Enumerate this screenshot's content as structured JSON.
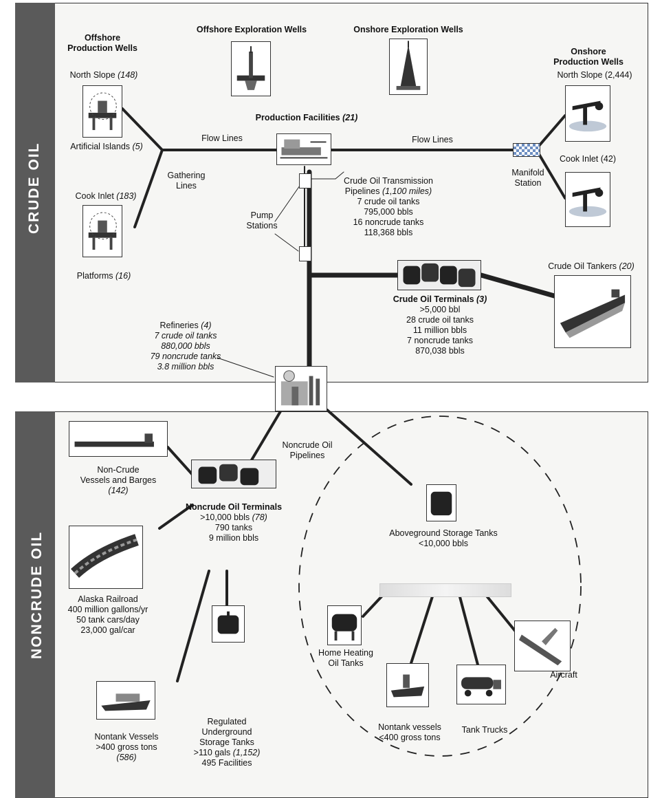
{
  "sections": {
    "crude": "CRUDE OIL",
    "noncrude": "NONCRUDE OIL"
  },
  "crude": {
    "offshore_header": [
      "Offshore",
      "Production Wells"
    ],
    "offshore_exploration": "Offshore Exploration Wells",
    "onshore_exploration": "Onshore Exploration Wells",
    "onshore_header": [
      "Onshore",
      "Production Wells"
    ],
    "north_slope_off": {
      "name": "North Slope ",
      "count": "(148)"
    },
    "artificial_islands": {
      "name": "Artificial Islands ",
      "count": "(5)"
    },
    "gathering_lines": [
      "Gathering",
      "Lines"
    ],
    "cook_inlet_off": {
      "name": "Cook Inlet ",
      "count": "(183)"
    },
    "platforms": {
      "name": "Platforms ",
      "count": "(16)"
    },
    "production_facilities": {
      "name": "Production Facilities ",
      "count": "(21)"
    },
    "flow_lines_left": "Flow Lines",
    "flow_lines_right": "Flow Lines",
    "manifold_station": [
      "Manifold",
      "Station"
    ],
    "north_slope_on": "North Slope (2,444)",
    "cook_inlet_on": "Cook Inlet (42)",
    "pump_stations": [
      "Pump",
      "Stations"
    ],
    "transmission": {
      "name": "Crude Oil Transmission",
      "name2": "Pipelines ",
      "miles": "(1,100 miles)",
      "lines": [
        "7 crude oil tanks",
        "795,000 bbls",
        "16 noncrude tanks",
        "118,368 bbls"
      ]
    },
    "tankers": {
      "name": "Crude Oil Tankers ",
      "count": "(20)"
    },
    "terminals": {
      "name": "Crude Oil Terminals ",
      "count": "(3)",
      "lines": [
        ">5,000 bbl",
        "28 crude oil tanks",
        "11 million bbls",
        "7 noncrude tanks",
        "870,038 bbls"
      ]
    },
    "refineries": {
      "name": "Refineries ",
      "count": "(4)",
      "lines": [
        "7 crude oil tanks",
        "880,000 bbls",
        "79 noncrude tanks",
        "3.8 million bbls"
      ]
    }
  },
  "noncrude": {
    "vessels_barges": {
      "lines": [
        "Non-Crude",
        "Vessels and Barges"
      ],
      "count": "(142)"
    },
    "noncrude_pipelines": [
      "Noncrude Oil",
      "Pipelines"
    ],
    "terminals": {
      "name": "Noncrude Oil Terminals",
      "prefix": ">10,000 bbls ",
      "count": "(78)",
      "lines": [
        "790 tanks",
        "9 million bbls"
      ]
    },
    "aboveground": [
      "Aboveground Storage Tanks",
      "<10,000 bbls"
    ],
    "railroad": [
      "Alaska Railroad",
      "400 million gallons/yr",
      "50 tank cars/day",
      "23,000 gal/car"
    ],
    "home_heating": [
      "Home Heating",
      "Oil Tanks"
    ],
    "aircraft": "Aircraft",
    "nontank_small": [
      "Nontank vessels",
      "<400 gross tons"
    ],
    "tank_trucks": "Tank Trucks",
    "nontank_large": {
      "lines": [
        "Nontank Vessels",
        ">400 gross tons"
      ],
      "count": "(586)"
    },
    "ust": {
      "lines": [
        "Regulated",
        "Underground",
        "Storage Tanks"
      ],
      "prefix": ">110 gals ",
      "count": "(1,152)",
      "facilities": "495 Facilities"
    }
  },
  "colors": {
    "sidebar": "#5a5a5a",
    "panel": "#f6f6f4",
    "line": "#222222",
    "checker": "#6d8fc2"
  }
}
